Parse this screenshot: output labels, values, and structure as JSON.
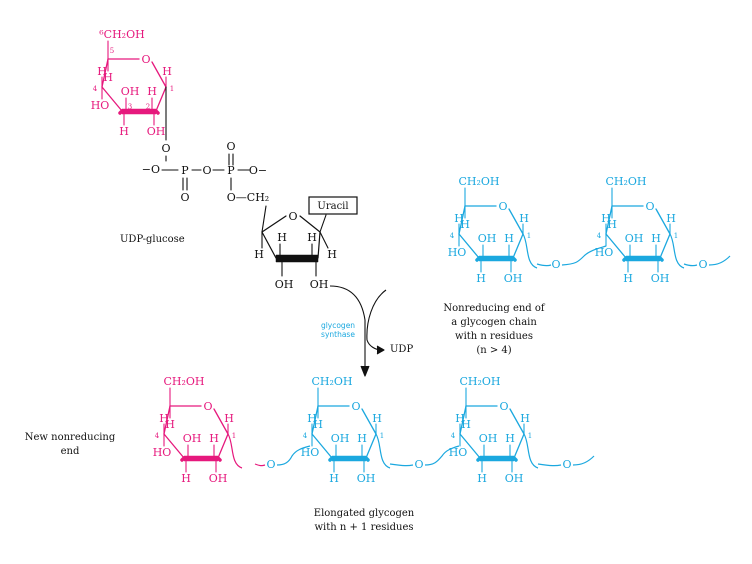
{
  "colors": {
    "glucose_new": "#e6197d",
    "glycogen": "#1ba8df",
    "udp": "#111111"
  },
  "labels": {
    "udp_glucose": "UDP-glucose",
    "uracil": "Uracil",
    "enzyme": [
      "glycogen",
      "synthase"
    ],
    "product_udp": "UDP",
    "nonreducing": [
      "Nonreducing end of",
      "a glycogen chain",
      "with n residues",
      "(n > 4)"
    ],
    "new_nonreducing": [
      "New nonreducing",
      "end"
    ],
    "elongated": [
      "Elongated glycogen",
      "with n + 1 residues"
    ]
  },
  "atoms": {
    "ch2oh": "CH₂OH",
    "six_ch2oh": "⁶CH₂OH",
    "o": "O",
    "h": "H",
    "oh": "OH",
    "ho": "HO",
    "minus_o": "−O",
    "minus_o_right": "O−",
    "p": "P",
    "och2": "O—CH₂",
    "ring_numbers": [
      "1",
      "2",
      "3",
      "4",
      "5"
    ]
  }
}
